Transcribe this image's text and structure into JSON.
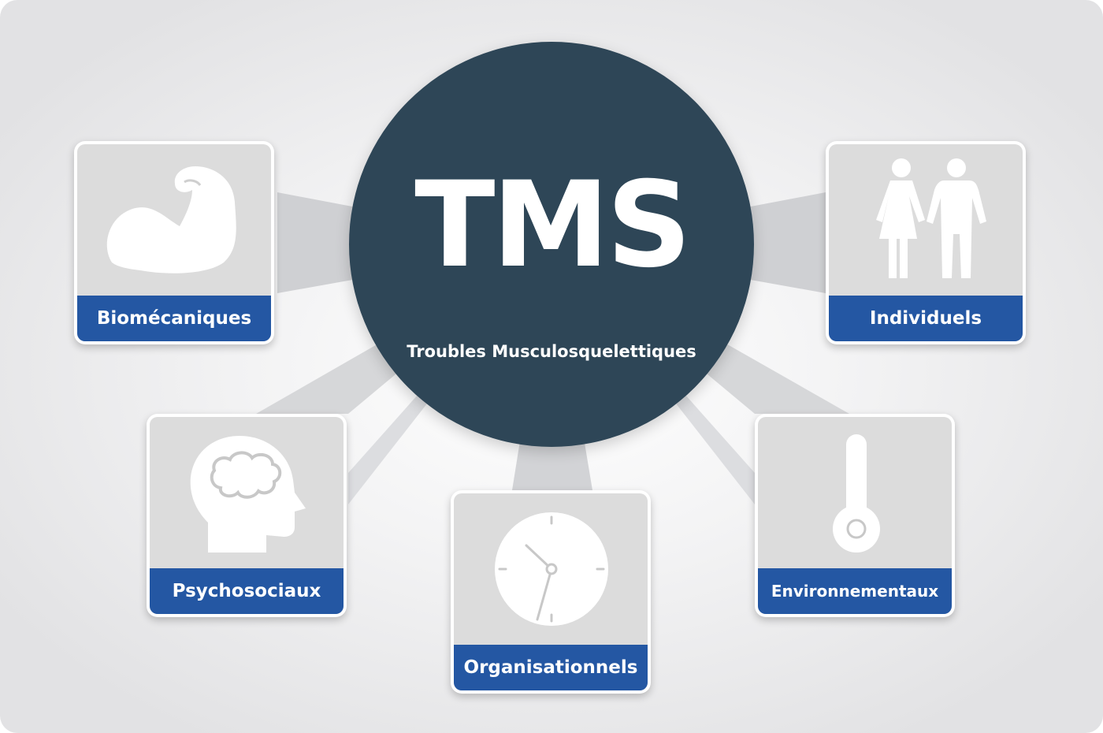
{
  "center": {
    "title": "TMS",
    "subtitle": "Troubles Musculosquelettiques"
  },
  "categories": [
    {
      "label": "Biomécaniques",
      "icon": "flexed-arm-icon"
    },
    {
      "label": "Individuels",
      "icon": "woman-man-icon"
    },
    {
      "label": "Psychosociaux",
      "icon": "head-brain-icon"
    },
    {
      "label": "Environnementaux",
      "icon": "thermometer-icon"
    },
    {
      "label": "Organisationnels",
      "icon": "clock-icon"
    }
  ],
  "colors": {
    "hub": "#2e4657",
    "label_band": "#2457a3",
    "icon_well": "#dcdcdc",
    "icon": "#ffffff"
  }
}
